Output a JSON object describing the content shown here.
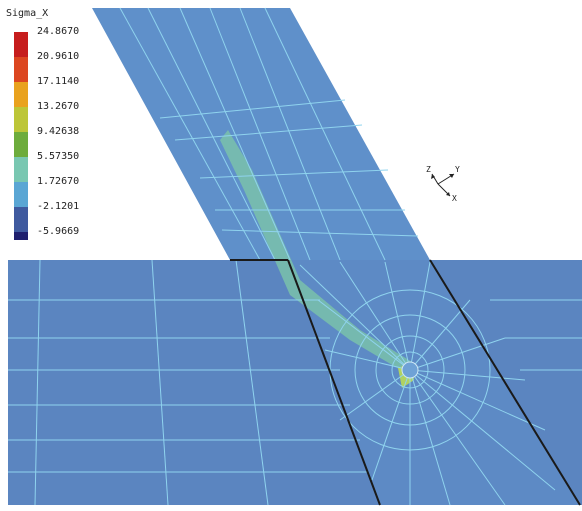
{
  "legend": {
    "title": "Sigma_X",
    "levels": [
      {
        "label": "24.8670",
        "color": "#c61d1d"
      },
      {
        "label": "20.9610",
        "color": "#dc4620"
      },
      {
        "label": "17.1140",
        "color": "#e9a21e"
      },
      {
        "label": "13.2670",
        "color": "#bdc638"
      },
      {
        "label": "9.42638",
        "color": "#6dac3c"
      },
      {
        "label": "5.57350",
        "color": "#79c7b1"
      },
      {
        "label": "1.72670",
        "color": "#5aa6d4"
      },
      {
        "label": "-2.1201",
        "color": "#3f5a9f"
      },
      {
        "label": "-5.9669",
        "color": "#1e1f6e"
      }
    ]
  },
  "triad": {
    "y_label": "Y",
    "z_label": "Z",
    "x_label": "X"
  },
  "colors": {
    "mesh_line": "#8fd3ee",
    "plate_fill": "#5b85c0",
    "member_fill": "#5e8ec9",
    "stress_hot": "#7cc4a9",
    "edge": "#1a1a1a"
  }
}
